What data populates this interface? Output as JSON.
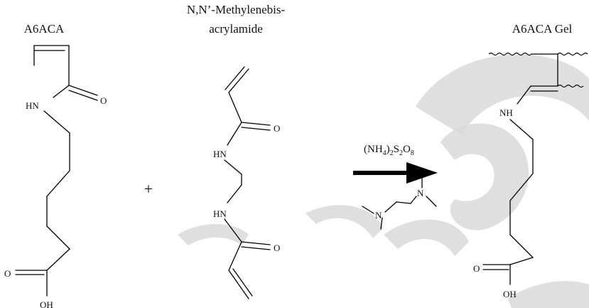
{
  "titles": {
    "monomer": "A6ACA",
    "crosslinker_line1": "N,N’-Methylenebis-",
    "crosslinker_line2": "acrylamide",
    "product": "A6ACA Gel"
  },
  "reaction": {
    "plus": "+",
    "initiator": {
      "open": "(NH",
      "sub1": "4",
      "close": ")",
      "sub2": "2",
      "s": "S",
      "sub3": "2",
      "o": "O",
      "sub4": "8"
    }
  },
  "atoms": {
    "oxygen": "O",
    "amine": "HN",
    "amine_product": "NH",
    "hydroxyl": "OH",
    "nitrogen": "N"
  },
  "colors": {
    "ink": "#000000",
    "watermark": "#d9d9d9"
  }
}
